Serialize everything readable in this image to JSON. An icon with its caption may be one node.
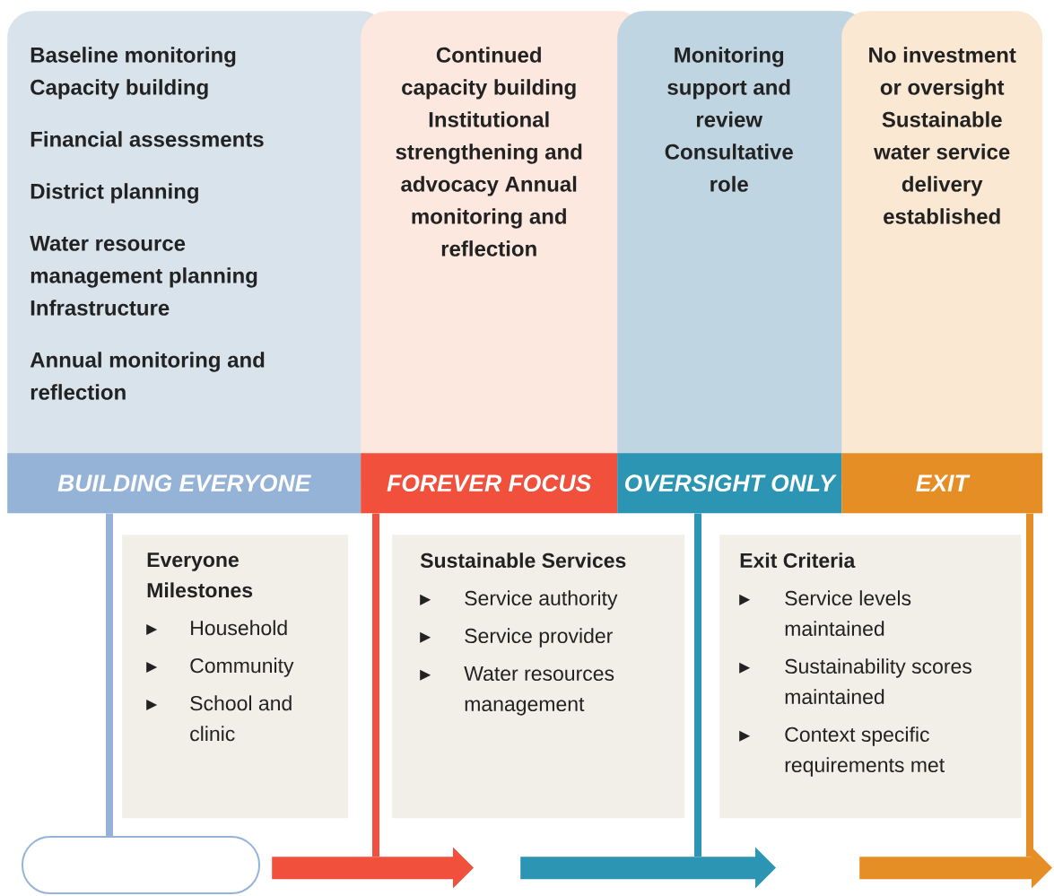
{
  "diagram": {
    "nodes": [
      {
        "text": [
          "Baseline monitoring Capacity building",
          "Financial assessments",
          "District planning",
          "Water resource management planning Infrastructure",
          "Annual monitoring and reflection"
        ]
      },
      {
        "text": [
          "Continued capacity building Institutional strengthening and advocacy Annual monitoring and reflection"
        ]
      },
      {
        "text": [
          "Monitoring support and review Consultative role"
        ]
      },
      {
        "text": [
          "No investment or oversight Sustainable water service delivery established"
        ]
      },
      {
        "text": [
          "BUILDING EVERYONE"
        ]
      },
      {
        "text": [
          "FOREVER FOCUS"
        ]
      },
      {
        "text": [
          "OVERSIGHT ONLY"
        ]
      },
      {
        "text": [
          "EXIT"
        ]
      },
      {
        "text": [
          "Everyone Milestones",
          "Household",
          "Community",
          "School and clinic"
        ]
      },
      {
        "text": [
          "Sustainable Services",
          "Service authority",
          "Service provider",
          "Water resources management"
        ]
      },
      {
        "text": [
          "Exit Criteria",
          "Service levels maintained",
          "Sustainability scores maintained",
          "Context specific requirements met"
        ]
      },
      {
        "text": [],
        "shape": "box"
      },
      {
        "text": [],
        "shape": "arrow"
      },
      {
        "text": [],
        "shape": "arrow"
      },
      {
        "text": [],
        "shape": "arrow"
      }
    ],
    "edges": [
      {
        "from": 4,
        "to": 11,
        "arrow": "none",
        "color": "#95b3d7"
      },
      {
        "from": 5,
        "to": 12,
        "arrow": "none",
        "color": "#f0503c"
      },
      {
        "from": 6,
        "to": 13,
        "arrow": "none",
        "color": "#2c95b4"
      },
      {
        "from": 7,
        "to": 14,
        "arrow": "none",
        "color": "#e68e26"
      }
    ]
  }
}
